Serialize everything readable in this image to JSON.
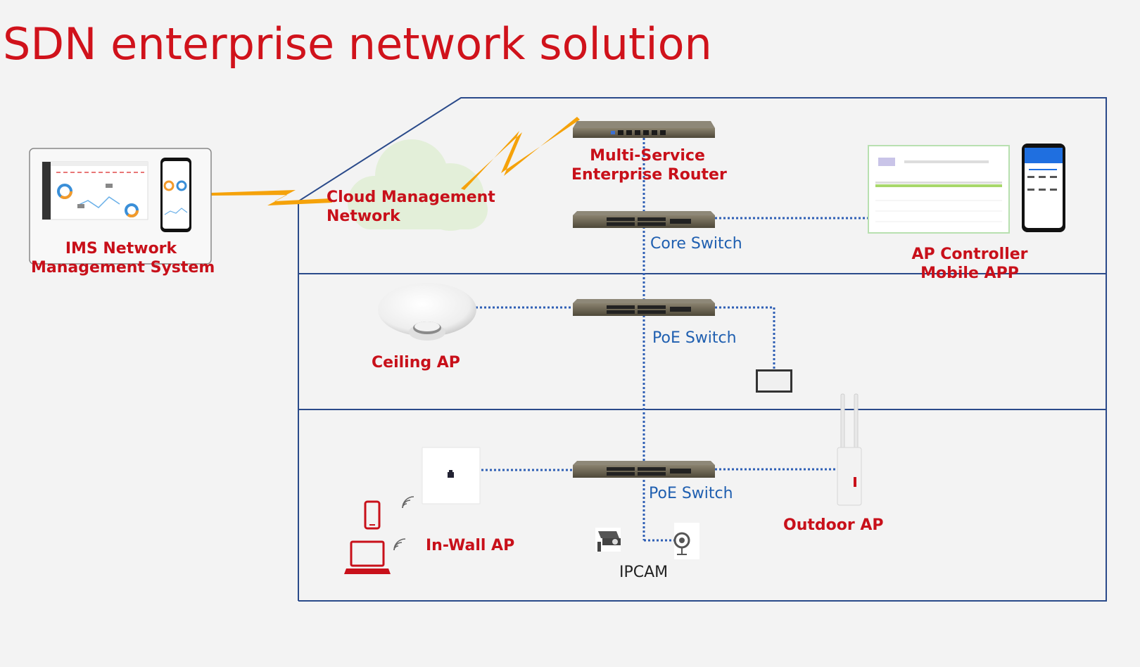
{
  "title": "SDN enterprise network solution",
  "labels": {
    "ims": [
      "IMS Network",
      "Management System"
    ],
    "cloud": [
      "Cloud Management",
      "Network"
    ],
    "router": [
      "Multi-Service",
      "Enterprise Router"
    ],
    "core_switch": "Core Switch",
    "ap_controller": [
      "AP Controller",
      "Mobile APP"
    ],
    "ceiling_ap": "Ceiling AP",
    "poe_switch_1": "PoE Switch",
    "poe_switch_2": "PoE Switch",
    "in_wall_ap": "In-Wall AP",
    "outdoor_ap": "Outdoor AP",
    "ipcam": "IPCAM"
  },
  "colors": {
    "title_red": "#d0121b",
    "label_red": "#c8101a",
    "label_blue": "#1f5fb0",
    "frame_blue": "#2a4a8a",
    "link_blue": "#2f5fb5",
    "lightning": "#f5a20a",
    "cloud": "#e3efd9",
    "switch_body": "#6b6454"
  }
}
